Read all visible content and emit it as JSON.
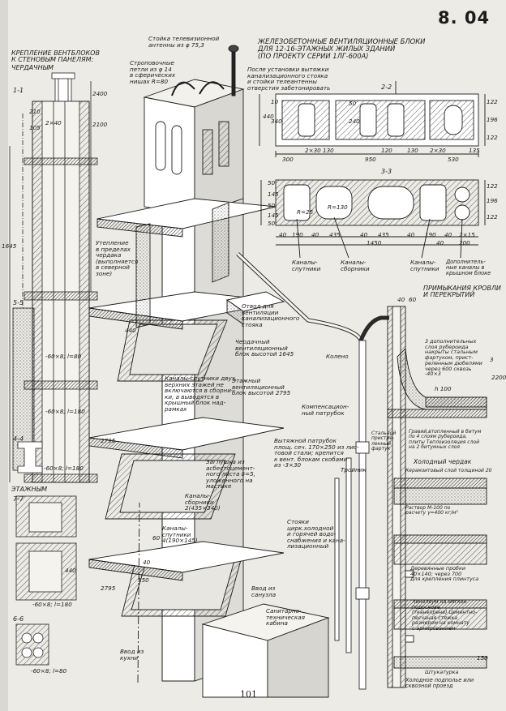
{
  "sheet_number": "8. 04",
  "page_number": "101",
  "titles": {
    "main": "ЖЕЛЕЗОБЕТОННЫЕ ВЕНТИЛЯЦИОННЫЕ БЛОКИ\nДЛЯ 12-16-ЭТАЖНЫХ ЖИЛЫХ ЗДАНИЙ\n(ПО ПРОЕКТУ СЕРИИ 1ЛГ-600А)",
    "left": "КРЕПЛЕНИЕ ВЕНТБЛОКОВ\nК СТЕНОВЫМ ПАНЕЛЯМ:",
    "left_sub": "ЧЕРДАЧНЫМ",
    "floor": "ЭТАЖНЫМ",
    "roof": "ПРИМЫКАНИЯ КРОВЛИ\nИ ПЕРЕКРЫТИЙ"
  },
  "sections": {
    "s11": "1-1",
    "s22": "2-2",
    "s33": "3-3",
    "s44": "4-4",
    "s55": "5-5",
    "s66": "6-6",
    "s77": "7-7"
  },
  "callouts": {
    "antenna": "Стойка телевизионной\nантенны из φ 75,3",
    "loops": "Строповочные\nпетли из φ 14\nв сферических\nнишах R=80",
    "after_install": "После установки вытяжки\nканализационного стояка\nи стойки телеантенны\nотверстия забетонировать",
    "insulation": "Утепление\nв пределах\nчердака\n(выполняется\nв северной\nзоне)",
    "drain_outlet": "Отвод для\nвентиляции\nканализационного\nстояка",
    "attic_block": "Чердачный\nвентиляционный\nблок высотой 1645",
    "floor_block": "Этажный\nвентиляционный\nблок высотой 2795",
    "satellite_note": "Каналы-спутники двух\nверхних этажей не\nвключаются в сборни-\nки, а выводятся в\nкрышный блок над-\nрамках",
    "compensator": "Компенсацион-\nный патрубок",
    "knee": "Колено",
    "exhaust_pipe": "Вытяжной патрубок\nплощ. сеч. 170×250 из лис-\nтовой стали; крепится\nк вент. блокам скобами\nиз -3×30",
    "plug": "Заглушка из\nасбестоцемент-\nного листа δ=5,\nуложенного на\nмастике",
    "tee": "Тройник",
    "collectors_channels": "Каналы-\nсборники\n2(435×340)",
    "satellite_channels": "Каналы-\nспутники\n4(190×145)",
    "risers": "Стояки\nцирк.холодной\nи горячей водо-\nснабжения и кана-\nлизационный",
    "kitchen_input": "Ввод из\nкухни",
    "sanitary_input": "Ввод из\nсанузла",
    "cabin": "Санитарно-\nтехническая\nкабина",
    "ch_sputniki": "Каналы-\nспутники",
    "ch_sborniki": "Каналы-\nсборники",
    "ch_sputniki2": "Каналы-\nспутники",
    "ch_extra": "Дополнитель-\nные каналы в\nкрышном блоке",
    "ruberoid": "3 дополнительных\nслоя рубероида\nнакрыты стальным\nфартуком, прист-\nреленным дюбелями\nчерез 600 сквозь\n-40×3",
    "gravel": "Гравий,втопленный в битум\nпо 4 слоям рубероида,\nплиты Теплоизоляция слой\nна 2 битумных слоя",
    "apron": "Стальной\nпристре-\nленный\nфартук",
    "cold_attic": "Холодный чердак",
    "keramzit": "Керамзитовый слой толщиной 20",
    "mortar": "Раствор М-100 по\nрасчету  γ=400 кг/м³",
    "wood_plugs": "Деревянные пробки\n40×140; через 700\nдля крепления плинтуса",
    "linoleum": "Линолеум на мягкой\nподоснове\n(тканепрене) Цементно-\nпесчаная стяжка\nразмером на комнату\nс армированием",
    "plaster": "Штукатурка",
    "cold_under": "Холодное подполье или\nсквозной проезд"
  },
  "dims": {
    "d2_overall": "950",
    "d2_left": "300",
    "d2_mid": "2×30 130",
    "d2_a": "120",
    "d2_b": "130",
    "d2_c": "2×30",
    "d2_d": "530",
    "d2_e": "135",
    "d2_h1": "440",
    "d2_h2": "340",
    "d2_h3": "10",
    "d2_h4": "240",
    "d2_h5": "50",
    "d2_r1": "122",
    "d2_r2": "196",
    "d2_r3": "122",
    "d3_r25": "R=25",
    "d3_r130": "R=130",
    "d3_a": "40",
    "d3_b": "190",
    "d3_c": "40",
    "d3_d": "435",
    "d3_e": "40",
    "d3_f": "435",
    "d3_g": "40",
    "d3_h": "190",
    "d3_i": "40",
    "d3_total": "1450",
    "d3_j": "2×15",
    "d3_k": "40",
    "d3_l": "200",
    "d3_h1": "50",
    "d3_h2": "145",
    "d3_h3": "50",
    "d3_h4": "145",
    "d3_h5": "50",
    "d3_r1": "122",
    "d3_r2": "196",
    "d3_r3": "122",
    "l_2400": "2400",
    "l_2100": "2100",
    "l_1645": "1645",
    "l_440": "440",
    "l_60x8a": "-60×8; l=80",
    "l_60x8b": "-60×8; l=180",
    "l_60x8c": "-60×8; l=180",
    "l_60x8d": "-60×8; l=80",
    "l_60x8e": "-60×8; l=180",
    "l_210": "210",
    "l_105": "105",
    "l_2x40": "2×40",
    "c_2795a": "2795",
    "c_2795b": "2795",
    "c_440": "440",
    "c_150": "150",
    "c_40": "40",
    "c_60": "60",
    "r_40": "40",
    "r_60": "60",
    "r_2200": "2200",
    "r_h100": "h 100",
    "r_3": "3",
    "r_150": "150"
  },
  "colors": {
    "paper": "#ecebe6",
    "ink": "#1c1c1c"
  }
}
